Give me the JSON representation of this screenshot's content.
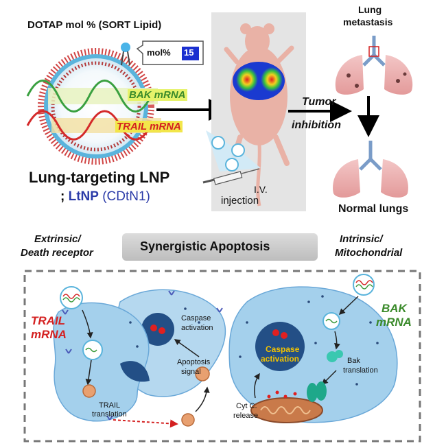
{
  "top": {
    "dotap_title": "DOTAP mol % (SORT Lipid)",
    "mol_label": "mol%",
    "mol_value": "15",
    "bak_mrna": "BAK mRNA",
    "trail_mrna": "TRAIL mRNA",
    "lnp_title": "Lung-targeting LNP",
    "ltnp_prefix": ";",
    "ltnp_name": "LtNP",
    "ltnp_code": "(CDtN1)",
    "iv_label": "I.V.",
    "injection_label": "injection",
    "tumor_label": "Tumor",
    "inhibition_label": "inhibition",
    "lung_label": "Lung",
    "metastasis_label": "metastasis",
    "normal_lungs_label": "Normal lungs"
  },
  "middle": {
    "extrinsic_line1": "Extrinsic/",
    "extrinsic_line2": "Death receptor",
    "synergistic_label": "Synergistic  Apoptosis",
    "intrinsic_line1": "Intrinsic/",
    "intrinsic_line2": "Mitochondrial"
  },
  "bottom": {
    "trail_line1": "TRAIL",
    "trail_line2": "mRNA",
    "bak_line1": "BAK",
    "bak_line2": "mRNA",
    "caspase_left_1": "Caspase",
    "caspase_left_2": "activation",
    "apoptosis_1": "Apoptosis",
    "apoptosis_2": "signal",
    "trail_translation_1": "TRAIL",
    "trail_translation_2": "translation",
    "caspase_right_1": "Caspase",
    "caspase_right_2": "activation",
    "bak_translation_1": "Bak",
    "bak_translation_2": "translation",
    "cytc_1": "Cyt C.",
    "cytc_2": "release"
  },
  "colors": {
    "bak_green": "#3a8a2a",
    "trail_red": "#d42020",
    "ltnp_blue": "#2a3aa8",
    "cell_blue": "#9fcdeb",
    "nucleus_blue": "#234f86",
    "mol_box_blue": "#1a2fd0"
  },
  "icons": {
    "lipid": "lipid-molecule-icon",
    "mouse": "mouse-icon",
    "syringe": "syringe-icon",
    "lungs": "lungs-icon",
    "mitochondrion": "mitochondrion-icon",
    "protein": "protein-icon"
  }
}
